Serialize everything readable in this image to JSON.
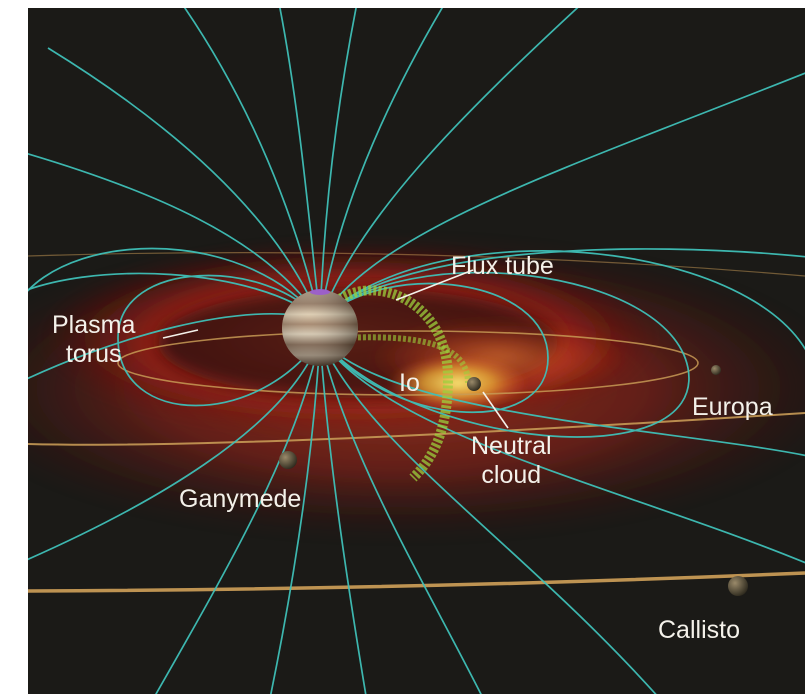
{
  "labels": {
    "flux_tube": "Flux tube",
    "plasma_torus": [
      "Plasma",
      "torus"
    ],
    "io": "Io",
    "europa": "Europa",
    "neutral_cloud": [
      "Neutral",
      "cloud"
    ],
    "ganymede": "Ganymede",
    "callisto": "Callisto"
  },
  "colors": {
    "background": "#1b1a17",
    "field_lines": "#3fc0b8",
    "plasma_torus": "#e0321c",
    "neutral_cloud": "#f2c43a",
    "flux_tube": "#9ccf3c",
    "orbits": "#c79a55",
    "label_text": "#f4f1ea"
  }
}
